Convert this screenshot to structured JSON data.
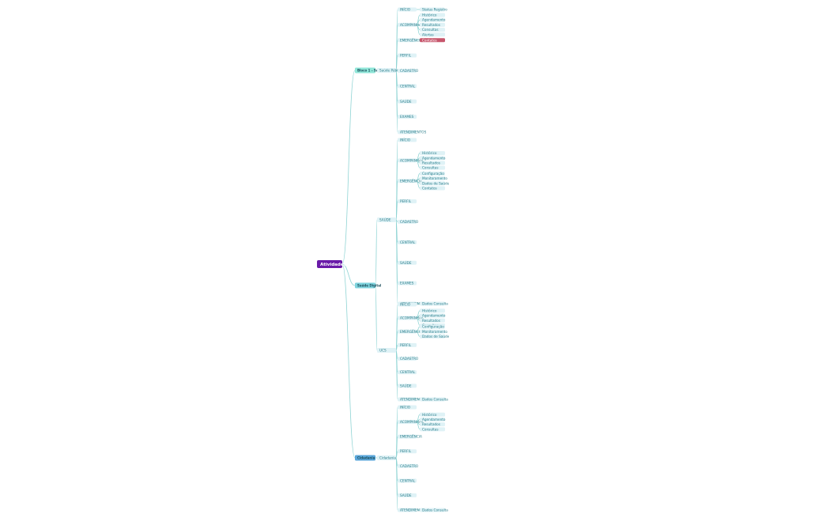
{
  "colors": {
    "background": "#ffffff",
    "line": "#8fd4d4",
    "root_fill": "#6a1ba8",
    "root_text": "#ffffff",
    "l1_fill_teal": "#8fe6d8",
    "l1_fill_cyan": "#7ed3dd",
    "l1_fill_blue": "#5aa6da",
    "node_fill": "#dff2f6",
    "node_text": "#2d7f8c",
    "pink_fill": "#f3c9cf",
    "pink_text": "#b6596a",
    "red_fill": "#c7566c",
    "red_text": "#ffffff"
  },
  "root": {
    "label": "Atividades"
  },
  "level1": [
    {
      "id": "a",
      "label": "Bloco 1 - Saúde"
    },
    {
      "id": "b",
      "label": "Saúde Digital"
    },
    {
      "id": "c",
      "label": "Cidadania"
    }
  ],
  "level2": [
    {
      "id": "a1",
      "parent": "a",
      "label": "Saúde Pública"
    },
    {
      "id": "b1",
      "parent": "b",
      "label": "SAÚDE"
    },
    {
      "id": "b2",
      "parent": "b",
      "label": "UCS"
    },
    {
      "id": "c1",
      "parent": "c",
      "label": "Cidadania"
    }
  ],
  "level3": [
    {
      "parent": "a1",
      "label": "INÍCIO"
    },
    {
      "parent": "a1",
      "label": "ACOMPANHAR"
    },
    {
      "parent": "a1",
      "label": "EMERGÊNCIA"
    },
    {
      "parent": "a1",
      "label": "PERFIL"
    },
    {
      "parent": "a1",
      "label": "CADASTRO"
    },
    {
      "parent": "a1",
      "label": "CENTRAL"
    },
    {
      "parent": "a1",
      "label": "SAÚDE"
    },
    {
      "parent": "a1",
      "label": "EXAMES"
    },
    {
      "parent": "a1",
      "label": "ATENDIMENTOS"
    },
    {
      "parent": "b1",
      "label": "INÍCIO"
    },
    {
      "parent": "b1",
      "label": "ACOMPANHAR"
    },
    {
      "parent": "b1",
      "label": "EMERGÊNCIA"
    },
    {
      "parent": "b1",
      "label": "PERFIL"
    },
    {
      "parent": "b1",
      "label": "CADASTRO"
    },
    {
      "parent": "b1",
      "label": "CENTRAL"
    },
    {
      "parent": "b1",
      "label": "SAÚDE"
    },
    {
      "parent": "b1",
      "label": "EXAMES"
    },
    {
      "parent": "b1",
      "label": "ATENDIMENTOS"
    },
    {
      "parent": "b2",
      "label": "INÍCIO"
    },
    {
      "parent": "b2",
      "label": "ACOMPANHAR"
    },
    {
      "parent": "b2",
      "label": "EMERGÊNCIA"
    },
    {
      "parent": "b2",
      "label": "PERFIL"
    },
    {
      "parent": "b2",
      "label": "CADASTRO"
    },
    {
      "parent": "b2",
      "label": "CENTRAL"
    },
    {
      "parent": "b2",
      "label": "SAÚDE"
    },
    {
      "parent": "b2",
      "label": "ATENDIMENTOS"
    },
    {
      "parent": "c1",
      "label": "INÍCIO"
    },
    {
      "parent": "c1",
      "label": "ACOMPANHAR"
    },
    {
      "parent": "c1",
      "label": "EMERGÊNCIA"
    },
    {
      "parent": "c1",
      "label": "PERFIL"
    },
    {
      "parent": "c1",
      "label": "CADASTRO"
    },
    {
      "parent": "c1",
      "label": "CENTRAL"
    },
    {
      "parent": "c1",
      "label": "SAÚDE"
    },
    {
      "parent": "c1",
      "label": "ATENDIMENTOS"
    }
  ],
  "level4": [
    {
      "parent": "a1/INÍCIO",
      "label": "Status Registro"
    },
    {
      "parent": "a1/ACOMPANHAR",
      "label": "Histórico"
    },
    {
      "parent": "a1/ACOMPANHAR",
      "label": "Agendamento"
    },
    {
      "parent": "a1/ACOMPANHAR",
      "label": "Resultados"
    },
    {
      "parent": "a1/ACOMPANHAR",
      "label": "Consultas"
    },
    {
      "parent": "a1/ACOMPANHAR",
      "label": "Alertas"
    },
    {
      "parent": "a1/EMERGÊNCIA",
      "label": "Contatos"
    },
    {
      "parent": "b1/ACOMPANHAR",
      "label": "Histórico"
    },
    {
      "parent": "b1/ACOMPANHAR",
      "label": "Agendamento"
    },
    {
      "parent": "b1/ACOMPANHAR",
      "label": "Resultados"
    },
    {
      "parent": "b1/ACOMPANHAR",
      "label": "Consultas"
    },
    {
      "parent": "b1/EMERGÊNCIA",
      "label": "Configuração"
    },
    {
      "parent": "b1/EMERGÊNCIA",
      "label": "Monitoramento"
    },
    {
      "parent": "b1/EMERGÊNCIA",
      "label": "Dados de Saúde"
    },
    {
      "parent": "b1/EMERGÊNCIA",
      "label": "Contatos"
    },
    {
      "parent": "b1/ATENDIMENTOS",
      "label": "Dados Consulta"
    },
    {
      "parent": "b2/ACOMPANHAR",
      "label": "Histórico"
    },
    {
      "parent": "b2/ACOMPANHAR",
      "label": "Agendamento"
    },
    {
      "parent": "b2/ACOMPANHAR",
      "label": "Resultados"
    },
    {
      "parent": "b2/ACOMPANHAR",
      "label": "Consultas"
    },
    {
      "parent": "b2/EMERGÊNCIA",
      "label": "Configuração"
    },
    {
      "parent": "b2/EMERGÊNCIA",
      "label": "Monitoramento"
    },
    {
      "parent": "b2/EMERGÊNCIA",
      "label": "Dados de Saúde"
    },
    {
      "parent": "b2/ATENDIMENTOS",
      "label": "Dados Consulta"
    },
    {
      "parent": "c1/ACOMPANHAR",
      "label": "Histórico"
    },
    {
      "parent": "c1/ACOMPANHAR",
      "label": "Agendamento"
    },
    {
      "parent": "c1/ACOMPANHAR",
      "label": "Resultados"
    },
    {
      "parent": "c1/ACOMPANHAR",
      "label": "Consultas"
    },
    {
      "parent": "c1/ATENDIMENTOS",
      "label": "Dados Consulta"
    }
  ]
}
